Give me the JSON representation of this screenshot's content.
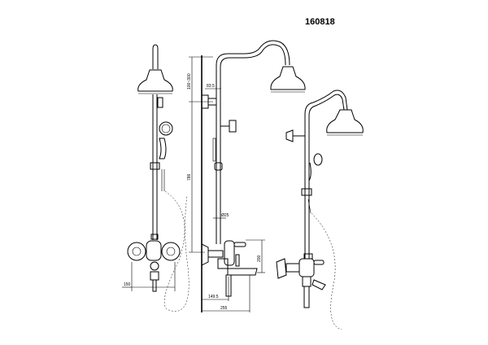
{
  "drawing_code": "160818",
  "dimensions": {
    "height_adjust": "100~300",
    "arm_offset": "83.5",
    "bar_length": "786",
    "pipe_diameter": "Ø25",
    "spout_height": "200",
    "spout_offset": "149.5",
    "total_depth": "255",
    "inlet_spacing": "150"
  }
}
